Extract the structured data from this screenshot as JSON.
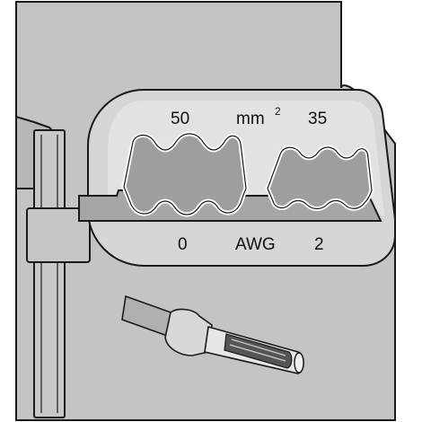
{
  "labels": {
    "mm_top_left": "50",
    "mm_unit": "mm",
    "mm_unit_exponent": "2",
    "mm_top_right": "35",
    "awg_left": "0",
    "awg_unit": "AWG",
    "awg_right": "2"
  },
  "colors": {
    "die_face": "#c2c2c2",
    "die_frame": "#d4d4d4",
    "cavity_floor": "#a8a8a8",
    "profile_outline": "#ffffff",
    "stroke": "#1a1a1a"
  }
}
